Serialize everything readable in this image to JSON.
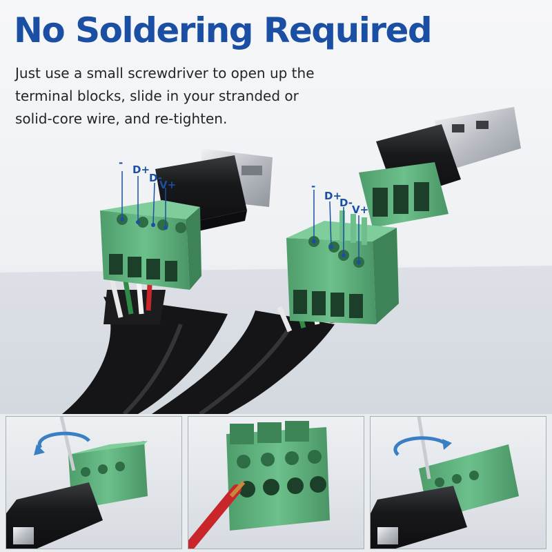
{
  "headline": "No Soldering Required",
  "description": "Just use a small screwdriver to open up the terminal blocks, slide in your stranded or solid-core wire, and re-tighten.",
  "left_pins": [
    "-",
    "D+",
    "D-",
    "V+"
  ],
  "right_pins": [
    "-",
    "D+",
    "D-",
    "V+"
  ],
  "colors": {
    "headline": "#1a4fa3",
    "pin_label": "#1a4fa3",
    "terminal_green": "#5fb37e",
    "cable_black": "#1b1b1d",
    "wire_red": "#c8262a",
    "wire_green": "#2f8a46"
  },
  "panels": [
    {
      "content": "screwdriver-turning-left"
    },
    {
      "content": "wire-insertion"
    },
    {
      "content": "screwdriver-turning-right"
    }
  ]
}
